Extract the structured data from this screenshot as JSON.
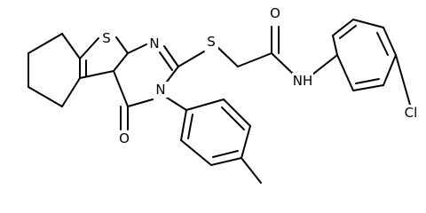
{
  "molecule": {
    "atoms": {
      "sulfur_thiophene": "S",
      "nitrogen_pyrimidine": "N",
      "nitrogen_ring": "N",
      "sulfur_thioether": "S",
      "oxygen_ring_carbonyl": "O",
      "oxygen_amide": "O",
      "amide_nh": "NH",
      "chlorine": "Cl"
    }
  }
}
